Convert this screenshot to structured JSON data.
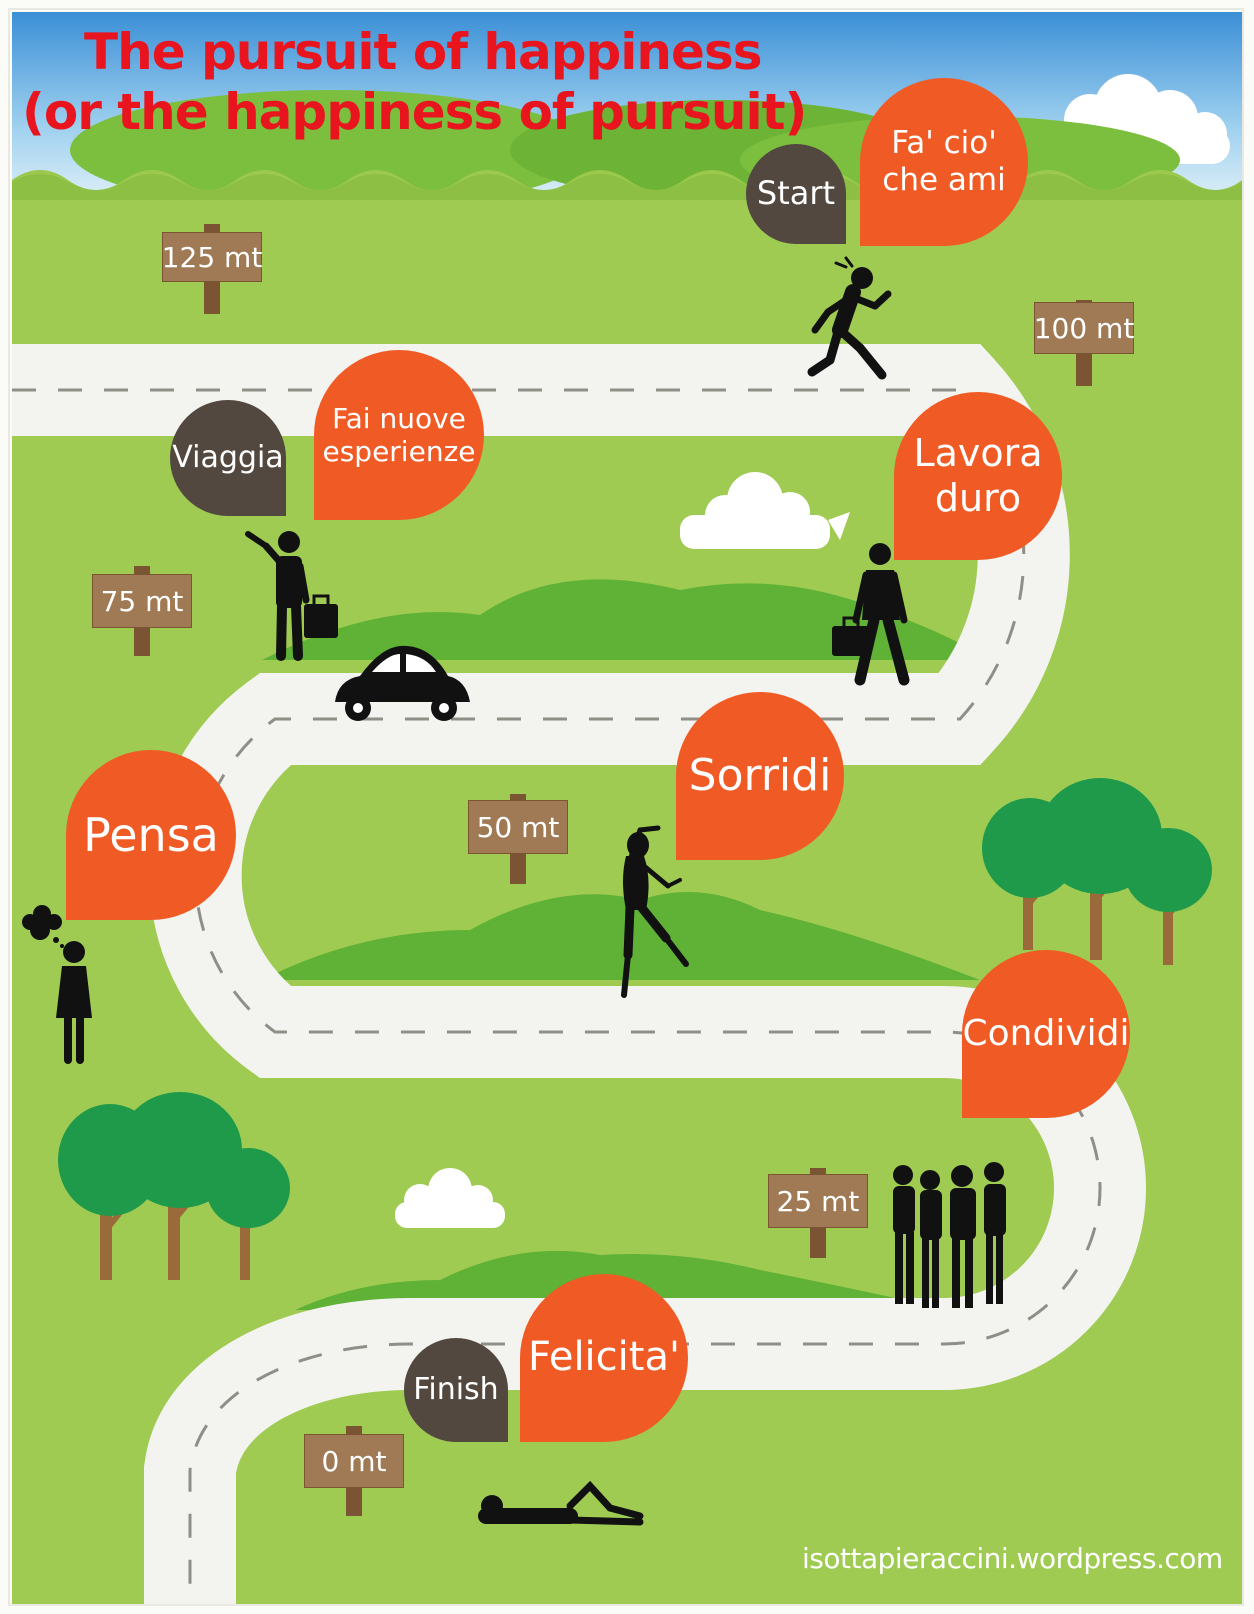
{
  "title": {
    "line1": "The pursuit of happiness",
    "line2": "(or the happiness of pursuit)"
  },
  "stages": {
    "start": "Start",
    "fa_cio": [
      "Fa' cio'",
      "che ami"
    ],
    "lavora": [
      "Lavora",
      "duro"
    ],
    "viaggia": "Viaggia",
    "fai_nuove": [
      "Fai nuove",
      "esperienze"
    ],
    "pensa": "Pensa",
    "sorridi": "Sorridi",
    "condividi": "Condividi",
    "felicita": "Felicita'",
    "finish": "Finish"
  },
  "distances": {
    "d125": "125 mt",
    "d100": "100 mt",
    "d75": "75 mt",
    "d50": "50 mt",
    "d25": "25 mt",
    "d0": "0 mt"
  },
  "credit": "isottapieraccini.wordpress.com",
  "colors": {
    "orange": "#f05a24",
    "dark": "#52483f",
    "grass": "#9bc84d",
    "road": "#f3f3f0",
    "title": "#e8151f",
    "sign": "#a07a55"
  },
  "icons": [
    "runner-icon",
    "businessman-icon",
    "traveler-icon",
    "car-icon",
    "thinker-icon",
    "dancer-icon",
    "group-icon",
    "lying-person-icon",
    "tree-icon",
    "cloud-icon",
    "hill-icon"
  ]
}
